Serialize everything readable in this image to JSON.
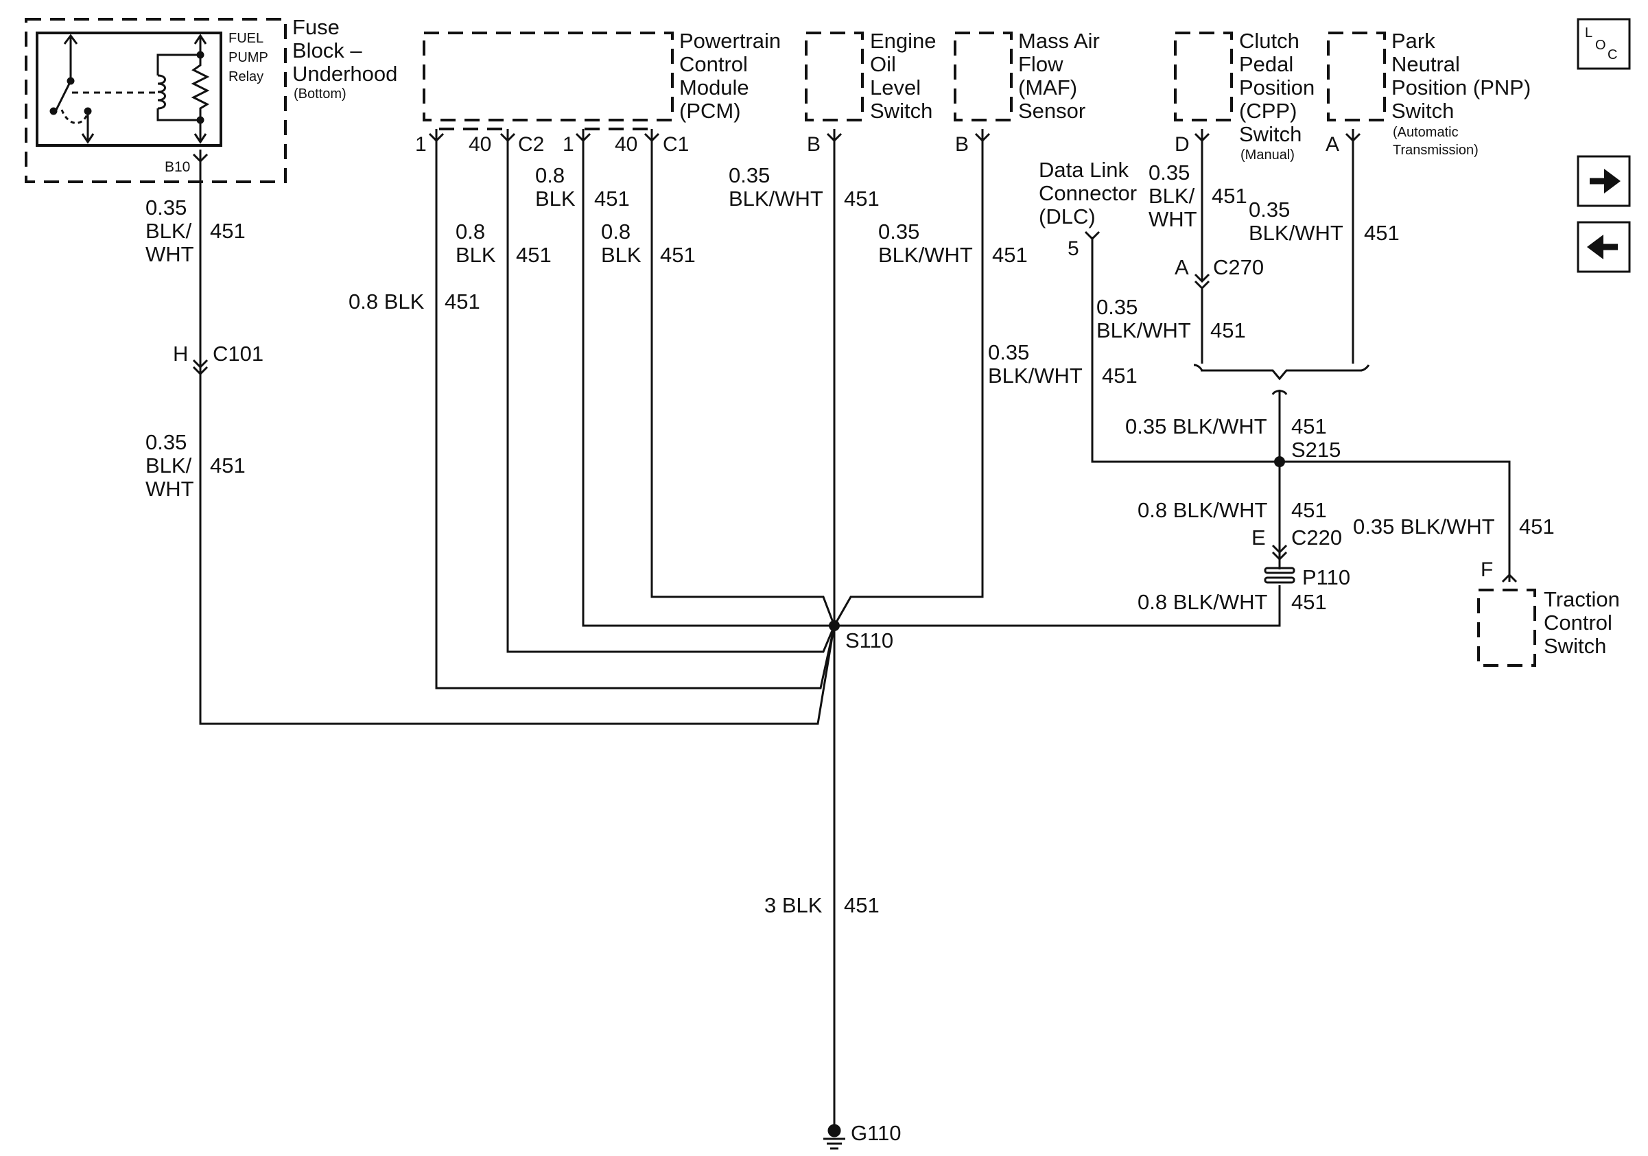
{
  "components": {
    "fuse_block": {
      "title_lines": [
        "Fuse",
        "Block –",
        "Underhood"
      ],
      "note": "(Bottom)",
      "relay_lines": [
        "FUEL",
        "PUMP",
        "Relay"
      ],
      "pin": "B10"
    },
    "pcm": {
      "lines": [
        "Powertrain",
        "Control",
        "Module",
        "(PCM)"
      ],
      "pins": [
        "1",
        "40",
        "C2",
        "1",
        "40",
        "C1"
      ]
    },
    "oil_switch": {
      "lines": [
        "Engine",
        "Oil",
        "Level",
        "Switch"
      ],
      "pin": "B"
    },
    "maf": {
      "lines": [
        "Mass Air",
        "Flow",
        "(MAF)",
        "Sensor"
      ],
      "pin": "B"
    },
    "cpp": {
      "lines": [
        "Clutch",
        "Pedal",
        "Position",
        "(CPP)",
        "Switch"
      ],
      "note": "(Manual)",
      "pin": "D"
    },
    "pnp": {
      "lines": [
        "Park",
        "Neutral",
        "Position (PNP)",
        "Switch"
      ],
      "note_lines": [
        "(Automatic",
        "Transmission)"
      ],
      "pin": "A"
    },
    "dlc": {
      "lines": [
        "Data Link",
        "Connector",
        "(DLC)"
      ],
      "pin": "5"
    },
    "traction": {
      "lines": [
        "Traction",
        "Control",
        "Switch"
      ],
      "pin": "F"
    }
  },
  "wires": {
    "fuse_top": {
      "lines": [
        "0.35",
        "BLK/",
        "WHT"
      ],
      "circuit": "451"
    },
    "fuse_bottom": {
      "lines": [
        "0.35",
        "BLK/",
        "WHT"
      ],
      "circuit": "451"
    },
    "pcm_c2_1": {
      "gauge": "0.8 BLK",
      "circuit": "451"
    },
    "pcm_c2_40": {
      "lines": [
        "0.8",
        "BLK"
      ],
      "circuit": "451"
    },
    "pcm_c1_1": {
      "lines": [
        "0.8",
        "BLK"
      ],
      "circuit": "451"
    },
    "pcm_c1_40": {
      "lines": [
        "0.8",
        "BLK"
      ],
      "circuit": "451"
    },
    "oil": {
      "lines": [
        "0.35",
        "BLK/WHT"
      ],
      "circuit": "451"
    },
    "maf_top": {
      "lines": [
        "0.35",
        "BLK/WHT"
      ],
      "circuit": "451"
    },
    "maf_bottom": {
      "lines": [
        "0.35",
        "BLK/WHT"
      ],
      "circuit": "451"
    },
    "cpp_top": {
      "lines": [
        "0.35",
        "BLK/",
        "WHT"
      ],
      "circuit": "451"
    },
    "pnp": {
      "lines": [
        "0.35",
        "BLK/WHT"
      ],
      "circuit": "451"
    },
    "dlc_to_c270": {
      "lines": [
        "0.35",
        "BLK/WHT"
      ],
      "circuit": "451"
    },
    "s215_top": {
      "gauge": "0.35 BLK/WHT",
      "circuit": "451"
    },
    "s215_c220": {
      "gauge": "0.8 BLK/WHT",
      "circuit": "451"
    },
    "traction": {
      "gauge": "0.35 BLK/WHT",
      "circuit": "451"
    },
    "p110_s110": {
      "gauge": "0.8 BLK/WHT",
      "circuit": "451"
    },
    "ground": {
      "gauge": "3 BLK",
      "circuit": "451"
    }
  },
  "connectors": {
    "c101": {
      "pin": "H",
      "name": "C101"
    },
    "c270": {
      "pin": "A",
      "name": "C270"
    },
    "c220": {
      "pin": "E",
      "name": "C220"
    },
    "p110": {
      "name": "P110"
    }
  },
  "splices": {
    "s110": "S110",
    "s215": "S215"
  },
  "ground": {
    "name": "G110"
  },
  "nav": {
    "loc": {
      "l": "L",
      "o": "O",
      "c": "C"
    },
    "forward_icon": "arrow-right-icon",
    "back_icon": "arrow-left-icon"
  }
}
